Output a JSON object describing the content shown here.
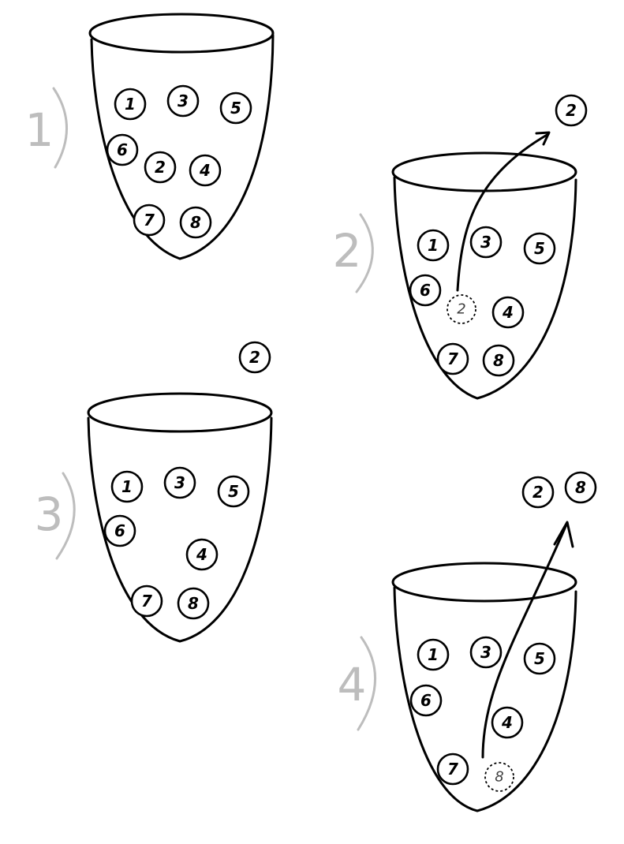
{
  "panels": [
    {
      "step_label": "1",
      "balls_in_bag": [
        "1",
        "3",
        "5",
        "6",
        "2",
        "4",
        "7",
        "8"
      ],
      "balls_outside": [],
      "ball_being_drawn": ""
    },
    {
      "step_label": "2",
      "balls_in_bag": [
        "1",
        "3",
        "5",
        "6",
        "4",
        "7",
        "8"
      ],
      "balls_outside": [
        "2"
      ],
      "ball_being_drawn": "2"
    },
    {
      "step_label": "3",
      "balls_in_bag": [
        "1",
        "3",
        "5",
        "6",
        "4",
        "7",
        "8"
      ],
      "balls_outside": [
        "2"
      ],
      "ball_being_drawn": ""
    },
    {
      "step_label": "4",
      "balls_in_bag": [
        "1",
        "3",
        "5",
        "6",
        "4",
        "7"
      ],
      "balls_outside": [
        "2",
        "8"
      ],
      "ball_being_drawn": "8"
    }
  ],
  "colors": {
    "ink": "#000000",
    "step_label": "#bdbdbd",
    "background": "#ffffff"
  }
}
